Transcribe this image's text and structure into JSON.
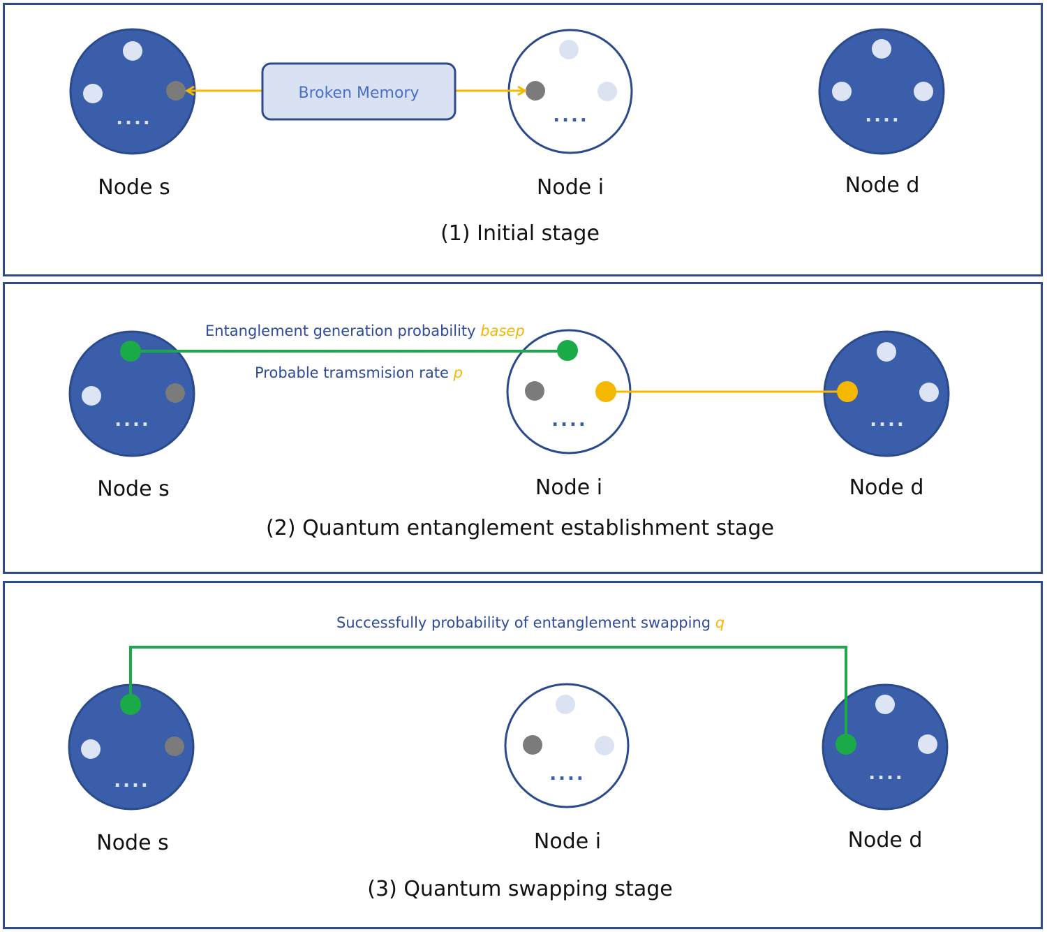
{
  "colors": {
    "node_active": "#3b5eab",
    "node_border": "#2a4a8c",
    "qubit_idle": "#dde4f3",
    "qubit_idle_on_white": "#dbe2f2",
    "qubit_broken": "#7b7b7b",
    "entangled_green": "#1aaa48",
    "link_yellow": "#f5b800",
    "text_blue": "#2e4a9a",
    "memory_fill": "#d9e2f3",
    "memory_border": "#2e4a88"
  },
  "stages": [
    {
      "title": "(1) Initial stage",
      "nodes": {
        "s": "Node s",
        "i": "Node i",
        "d": "Node d"
      },
      "memory_box": "Broken Memory"
    },
    {
      "title": "(2) Quantum entanglement establishment stage",
      "nodes": {
        "s": "Node s",
        "i": "Node i",
        "d": "Node d"
      },
      "annotation_top": {
        "text": "Entanglement generation probability ",
        "var": "basep"
      },
      "annotation_bottom": {
        "text": "Probable tramsmision rate ",
        "var": "p"
      }
    },
    {
      "title": "(3) Quantum swapping stage",
      "nodes": {
        "s": "Node s",
        "i": "Node i",
        "d": "Node d"
      },
      "annotation_top": {
        "text": "Successfully probability of entanglement swapping ",
        "var": "q"
      }
    }
  ],
  "ellipsis": "...."
}
